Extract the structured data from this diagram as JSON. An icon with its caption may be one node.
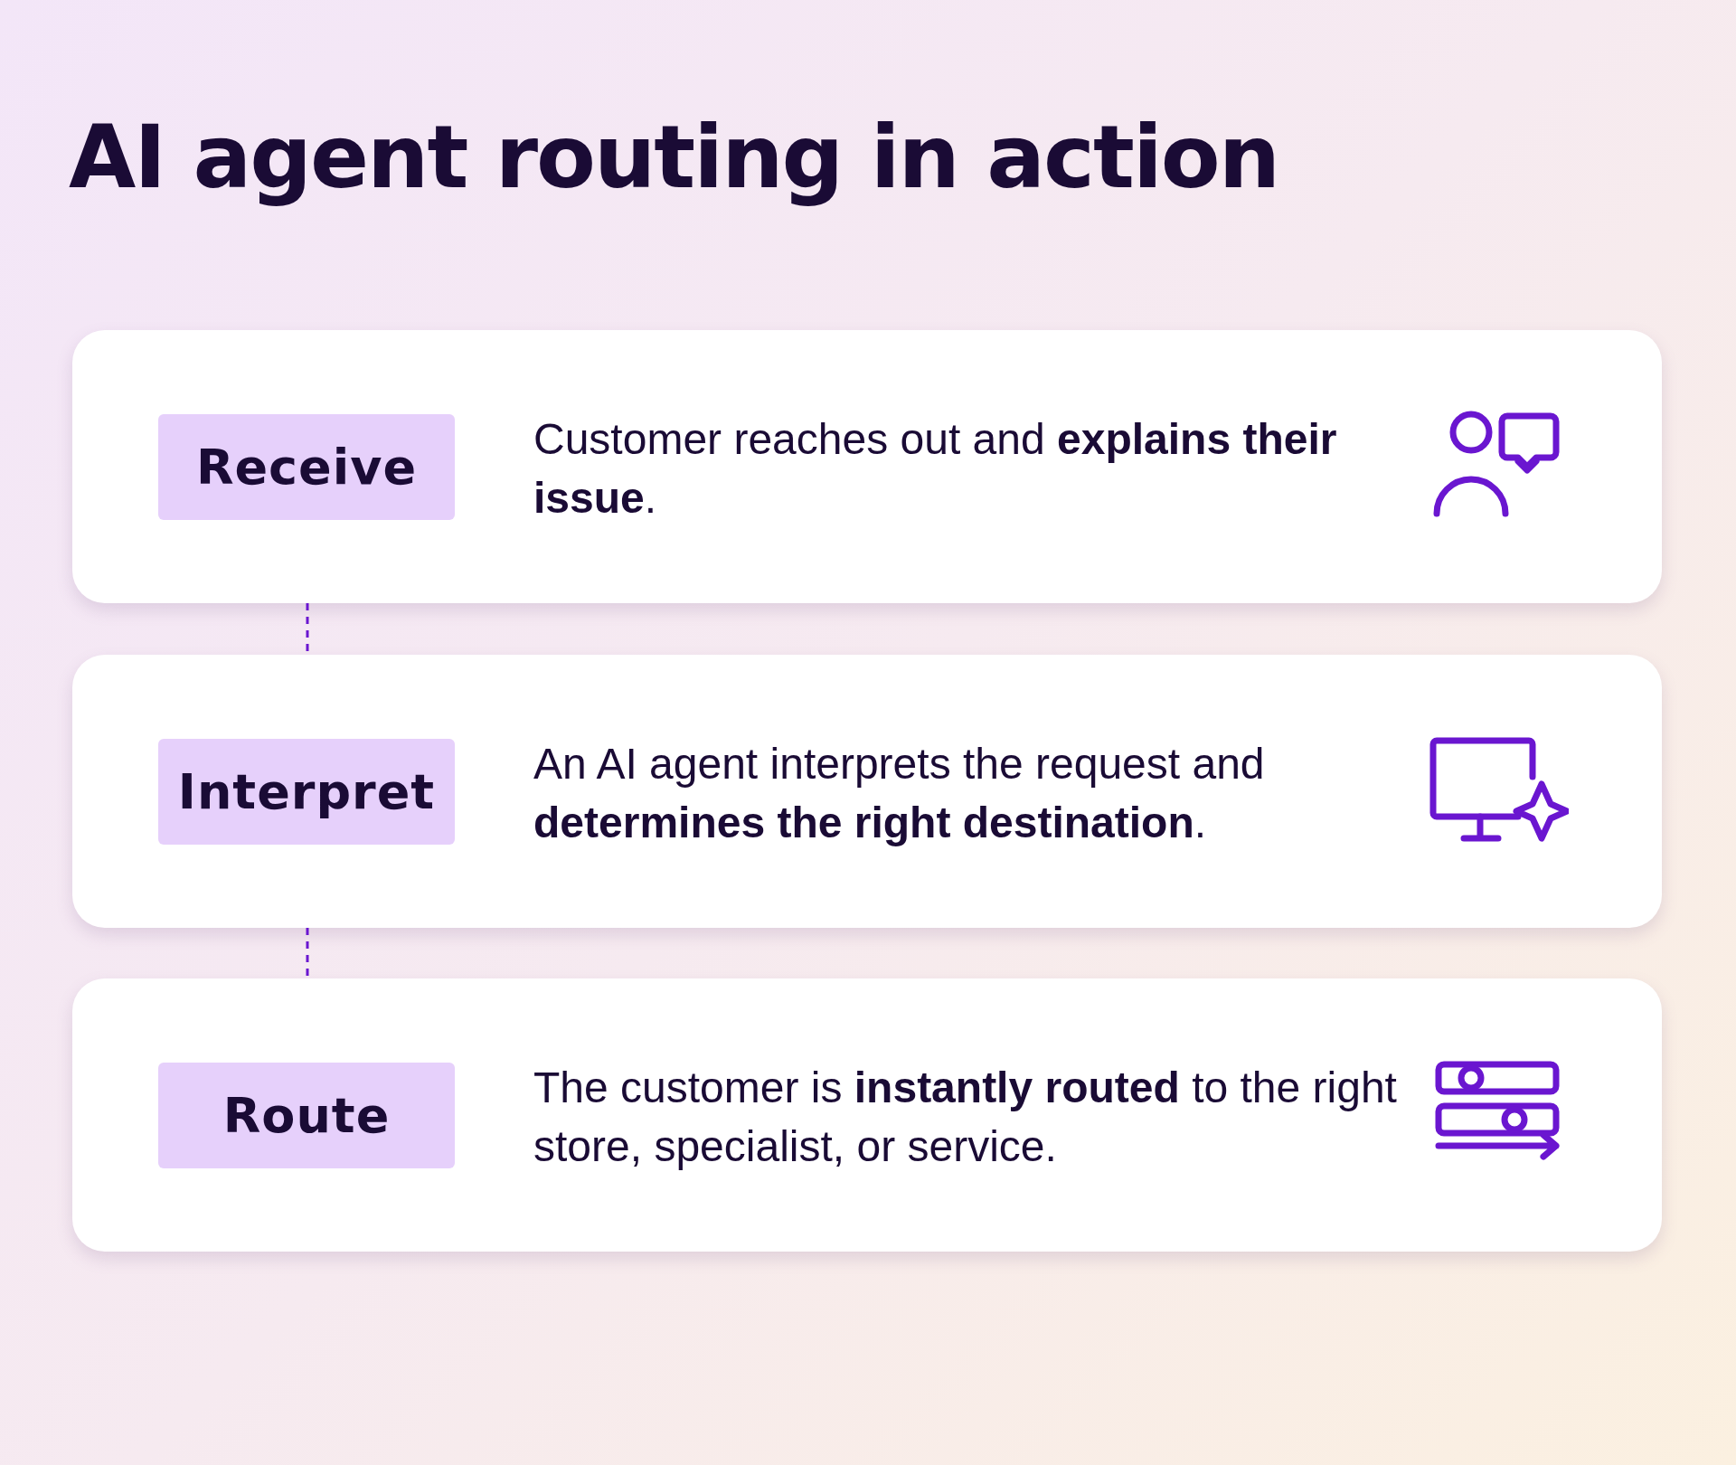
{
  "diagram": {
    "title": "AI agent routing in action",
    "nodes": [
      {
        "text": [
          "Customer reaches out and **explains their issue**."
        ]
      },
      {
        "text": [
          "Receive"
        ],
        "in": 0
      },
      {
        "text": [
          "An AI agent interprets the request and **determines the right destination**."
        ]
      },
      {
        "text": [
          "Interpret"
        ],
        "in": 2
      },
      {
        "text": [
          "The customer is **instantly routed** to the right store, specialist, or service."
        ]
      },
      {
        "text": [
          "Route"
        ],
        "in": 4
      }
    ],
    "edges": [
      {
        "from": 0,
        "to": 2,
        "arrow": "none",
        "style": "dashed"
      },
      {
        "from": 2,
        "to": 4,
        "arrow": "none",
        "style": "dashed"
      }
    ]
  }
}
